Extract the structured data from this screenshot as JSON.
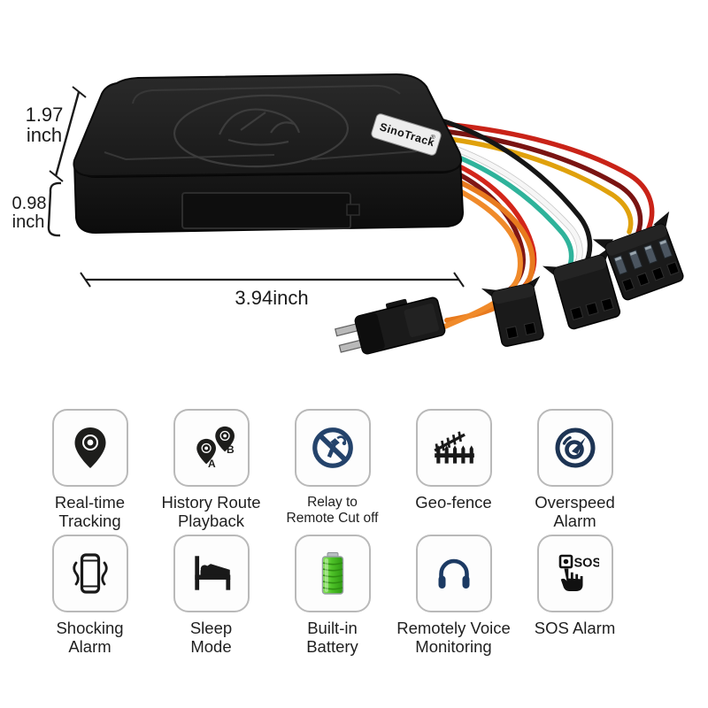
{
  "device": {
    "name": "gps-tracker",
    "brand_label": "SinoTrack",
    "registered_mark": "®",
    "body_color": "#1e1e1e",
    "wire_colors": [
      "#c92318",
      "#7a1412",
      "#e0a10c",
      "#161616",
      "#f3f3f3",
      "#2fb39b",
      "#d3261a",
      "#801614",
      "#e87a1e",
      "#f08a2a"
    ],
    "connectors": [
      "2-pin-male",
      "2-pin-female",
      "3-pin-female",
      "4-pin-female"
    ]
  },
  "dimensions": {
    "height": {
      "value": "1.97",
      "unit": "inch"
    },
    "depth": {
      "value": "0.98",
      "unit": "inch"
    },
    "width": {
      "label": "3.94inch"
    }
  },
  "features": {
    "row1": [
      {
        "icon": "location-pin-icon",
        "line1": "Real-time",
        "line2": "Tracking"
      },
      {
        "icon": "route-pins-ab-icon",
        "line1": "History Route",
        "line2": "Playback",
        "badge_a": "A",
        "badge_b": "B"
      },
      {
        "icon": "fuel-cutoff-icon",
        "line1": "Relay to",
        "line2": "Remote Cut off"
      },
      {
        "icon": "fence-icon",
        "line1": "Geo-fence",
        "line2": ""
      },
      {
        "icon": "speedometer-icon",
        "line1": "Overspeed",
        "line2": "Alarm"
      }
    ],
    "row2": [
      {
        "icon": "vibrating-phone-icon",
        "line1": "Shocking",
        "line2": "Alarm"
      },
      {
        "icon": "bed-icon",
        "line1": "Sleep",
        "line2": "Mode"
      },
      {
        "icon": "battery-icon",
        "line1": "Built-in",
        "line2": "Battery"
      },
      {
        "icon": "headphones-icon",
        "line1": "Remotely Voice",
        "line2": "Monitoring"
      },
      {
        "icon": "sos-hand-icon",
        "line1": "SOS Alarm",
        "line2": "",
        "sos_text": "SOS"
      }
    ]
  },
  "colors": {
    "accent_navy": "#24436b",
    "battery_green": "#4ec228",
    "icon_black": "#191919",
    "box_border": "#b9b9b9"
  }
}
